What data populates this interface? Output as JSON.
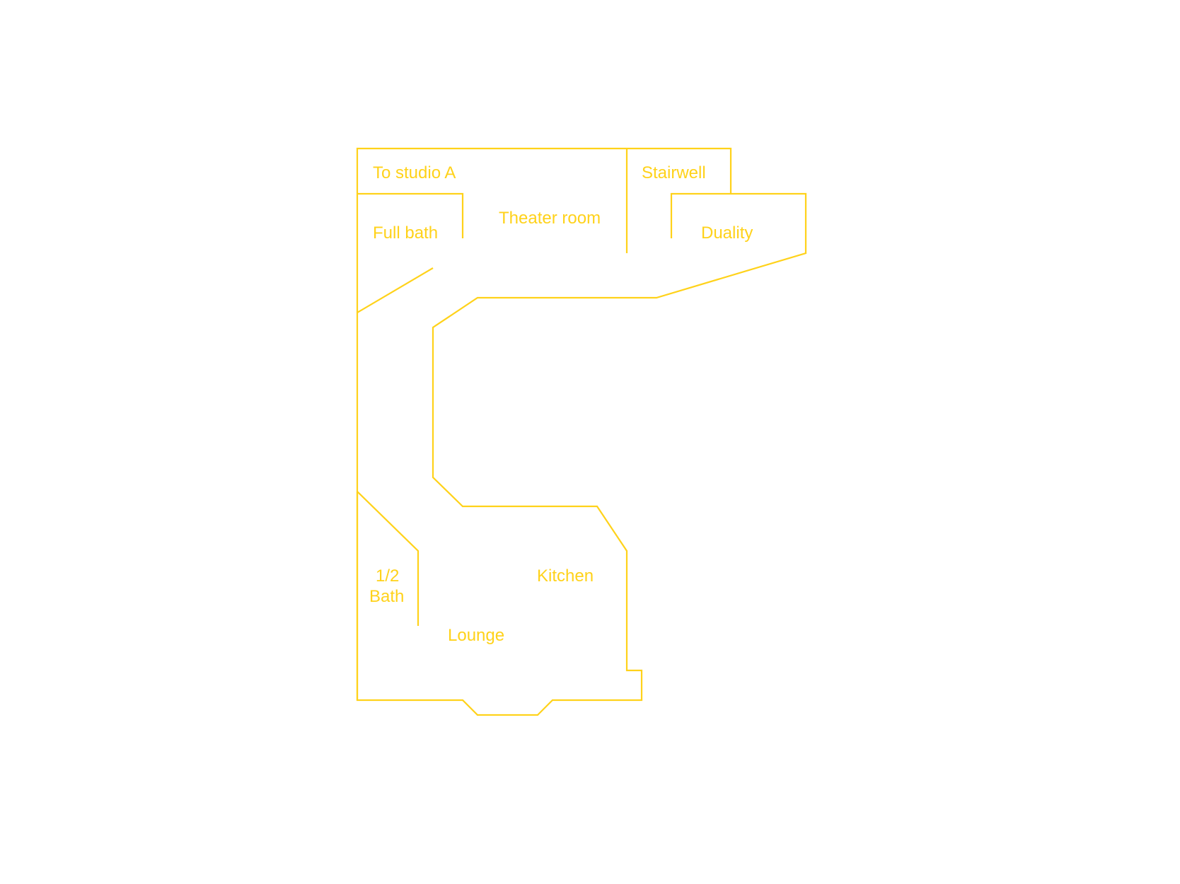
{
  "plan": {
    "line_color": "#FFD21A",
    "text_color": "#FFD21A",
    "rooms": {
      "to_studio_a": "To studio A",
      "stairwell": "Stairwell",
      "theater_room": "Theater room",
      "full_bath": "Full bath",
      "duality": "Duality",
      "half_bath_line1": "1/2",
      "half_bath_line2": "Bath",
      "kitchen": "Kitchen",
      "lounge": "Lounge"
    }
  }
}
